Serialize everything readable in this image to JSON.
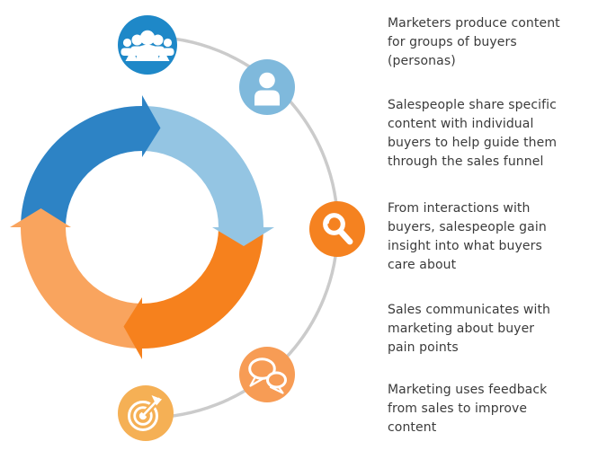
{
  "diagram": {
    "colors": {
      "arc_dark_blue": "#2d83c5",
      "arc_light_blue": "#94c5e3",
      "arc_dark_orange": "#f6811d",
      "arc_light_orange": "#f9a45e",
      "connector_gray": "#cbcbcb",
      "icon_group_blue": "#1e88c8",
      "icon_person_blue": "#7fb9dc",
      "icon_search_orange": "#f58220",
      "icon_chat_orange": "#f79c55",
      "icon_target_orange": "#f5b055",
      "glyph_white": "#ffffff",
      "text": "#3b3b3b",
      "background": "#ffffff"
    },
    "cycle_segments": [
      {
        "position": "top-left",
        "color": "#2d83c5"
      },
      {
        "position": "top-right",
        "color": "#94c5e3"
      },
      {
        "position": "bottom-right",
        "color": "#f6811d"
      },
      {
        "position": "bottom-left",
        "color": "#f9a45e"
      }
    ],
    "icons": [
      {
        "name": "buyer-group-icon",
        "color": "#1e88c8"
      },
      {
        "name": "person-icon",
        "color": "#7fb9dc"
      },
      {
        "name": "magnifier-icon",
        "color": "#f58220"
      },
      {
        "name": "chat-bubbles-icon",
        "color": "#f79c55"
      },
      {
        "name": "target-icon",
        "color": "#f5b055"
      }
    ]
  },
  "right_panel": {
    "items": [
      {
        "lines": [
          "Marketers produce content",
          "for groups of buyers",
          "(personas)"
        ]
      },
      {
        "lines": [
          "Salespeople share specific",
          "content with individual",
          "buyers to help guide them",
          "through the sales funnel"
        ]
      },
      {
        "lines": [
          "From interactions with",
          "buyers, salespeople gain",
          "insight into what buyers",
          "care about"
        ]
      },
      {
        "lines": [
          "Sales communicates with",
          "marketing about buyer",
          "pain points"
        ]
      },
      {
        "lines": [
          "Marketing uses feedback",
          "from sales to improve",
          "content"
        ]
      }
    ]
  }
}
